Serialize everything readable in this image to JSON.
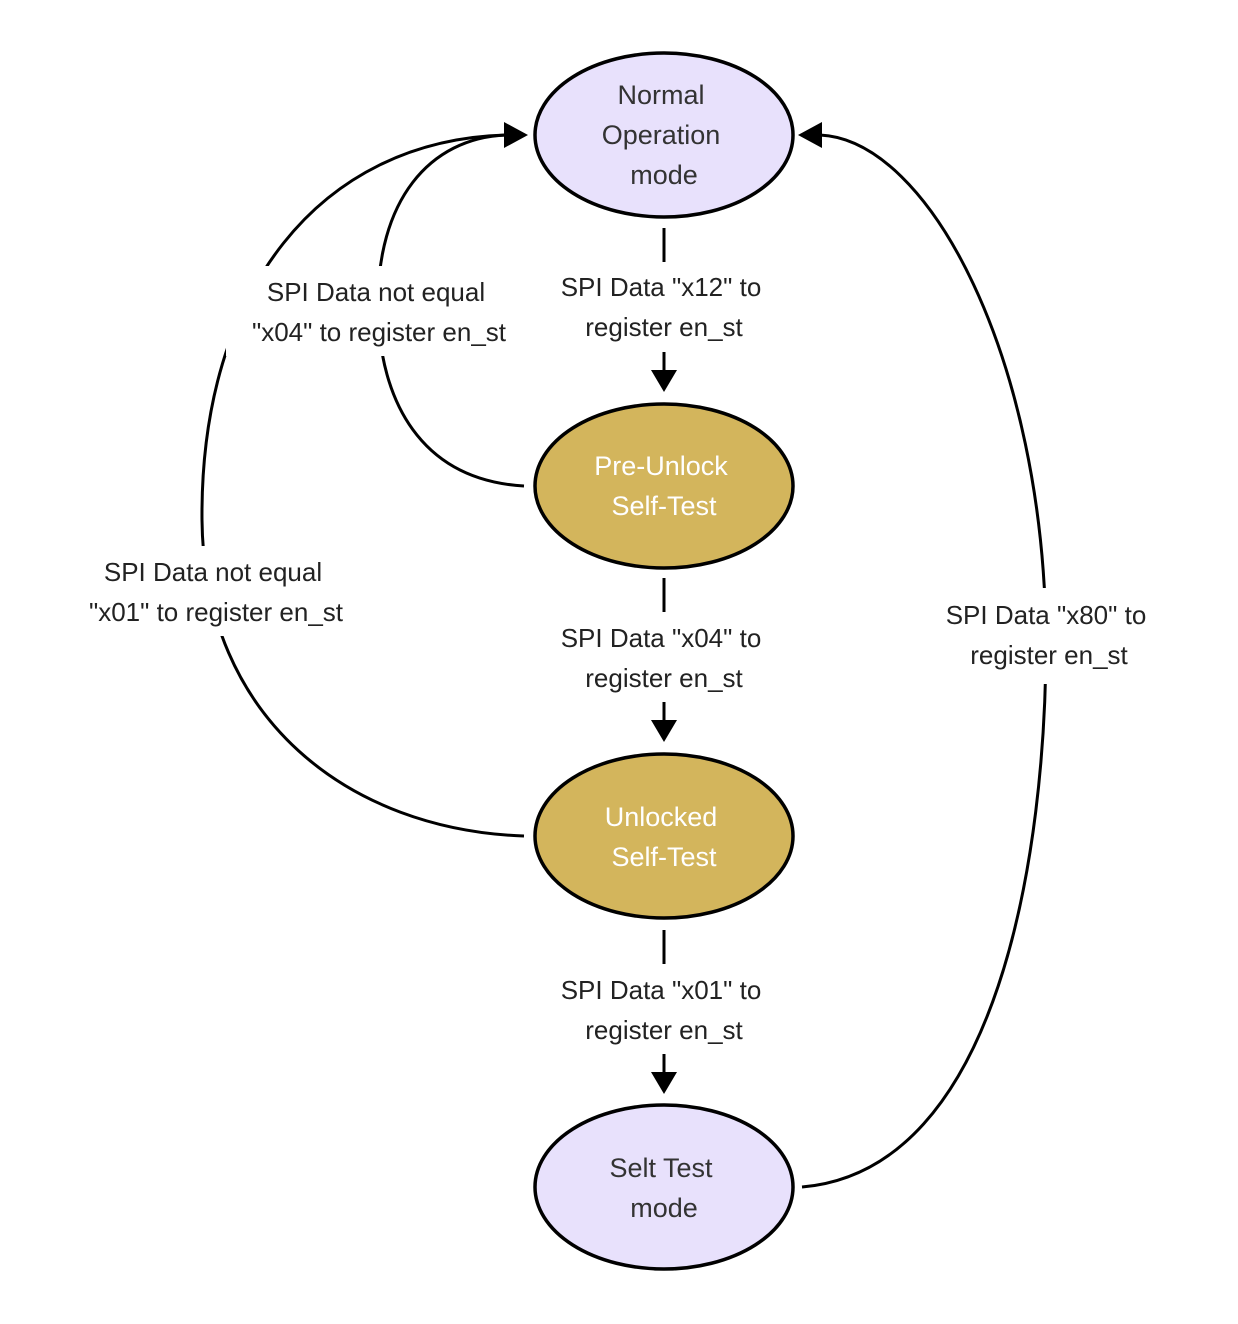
{
  "colors": {
    "light_node_fill": "#e8e1fc",
    "gold_node_fill": "#d3b55c",
    "dark_text": "#333333",
    "light_text": "#ffffff",
    "stroke": "#000000"
  },
  "nodes": [
    {
      "id": "normal",
      "lines": [
        "Normal",
        "Operation",
        "mode"
      ],
      "style": "light"
    },
    {
      "id": "pre_unlock",
      "lines": [
        "Pre-Unlock",
        "Self-Test"
      ],
      "style": "gold"
    },
    {
      "id": "unlocked",
      "lines": [
        "Unlocked",
        "Self-Test"
      ],
      "style": "gold"
    },
    {
      "id": "self_test",
      "lines": [
        "Selt Test",
        "mode"
      ],
      "style": "light"
    }
  ],
  "edges": [
    {
      "from": "normal",
      "to": "pre_unlock",
      "label": [
        "SPI Data \"x12\" to",
        "register en_st"
      ]
    },
    {
      "from": "pre_unlock",
      "to": "unlocked",
      "label": [
        "SPI Data \"x04\" to",
        "register en_st"
      ]
    },
    {
      "from": "unlocked",
      "to": "self_test",
      "label": [
        "SPI Data \"x01\" to",
        "register en_st"
      ]
    },
    {
      "from": "pre_unlock",
      "to": "normal",
      "label": [
        "SPI Data not equal",
        "\"x04\" to register en_st"
      ]
    },
    {
      "from": "unlocked",
      "to": "normal",
      "label": [
        "SPI Data not equal",
        "\"x01\" to register en_st"
      ]
    },
    {
      "from": "self_test",
      "to": "normal",
      "label": [
        "SPI Data \"x80\" to",
        "register en_st"
      ]
    }
  ]
}
